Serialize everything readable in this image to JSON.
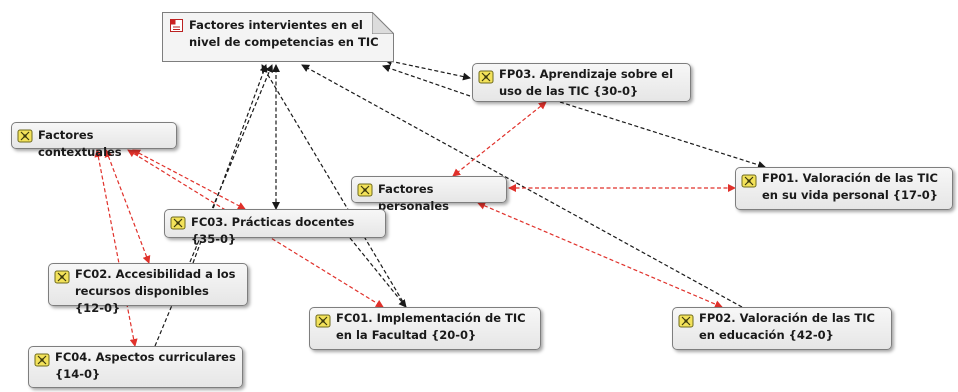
{
  "diagram": {
    "root": {
      "label": "Factores intervientes en el nivel de competencias en TIC",
      "icon": "network-document-icon"
    },
    "nodes": [
      {
        "id": "fp03",
        "label": "FP03. Aprendizaje sobre el uso de las TIC {30-0}",
        "icon": "code-icon"
      },
      {
        "id": "contextuales",
        "label": "Factores contextuales",
        "icon": "code-icon"
      },
      {
        "id": "personales",
        "label": "Factores personales",
        "icon": "code-icon"
      },
      {
        "id": "fp01",
        "label": "FP01. Valoración de las TIC en su vida personal {17-0}",
        "icon": "code-icon"
      },
      {
        "id": "fc03",
        "label": "FC03. Prácticas docentes {35-0}",
        "icon": "code-icon"
      },
      {
        "id": "fc02",
        "label": "FC02. Accesibilidad a los recursos disponibles {12-0}",
        "icon": "code-icon"
      },
      {
        "id": "fc01",
        "label": "FC01. Implementación de TIC en la Facultad {20-0}",
        "icon": "code-icon"
      },
      {
        "id": "fp02",
        "label": "FP02. Valoración de las TIC en educación {42-0}",
        "icon": "code-icon"
      },
      {
        "id": "fc04",
        "label": "FC04. Aspectos curriculares {14-0}",
        "icon": "code-icon"
      }
    ],
    "edge_colors": {
      "black": "#1a1a1a",
      "red": "#e0312b"
    },
    "edges": [
      {
        "from": "fp03",
        "to": "root",
        "style": "black",
        "arrows": "both"
      },
      {
        "from": "fp03",
        "to": "root",
        "style": "black",
        "arrows": "end"
      },
      {
        "from": "fp03",
        "to": "fp01",
        "style": "black",
        "arrows": "end"
      },
      {
        "from": "fp02",
        "to": "root",
        "style": "black",
        "arrows": "end"
      },
      {
        "from": "fc01",
        "to": "root",
        "style": "black",
        "arrows": "end"
      },
      {
        "from": "fc03",
        "to": "root",
        "style": "black",
        "arrows": "both"
      },
      {
        "from": "fc03",
        "to": "fc01",
        "style": "black",
        "arrows": "end"
      },
      {
        "from": "fc02",
        "to": "root",
        "style": "black",
        "arrows": "end"
      },
      {
        "from": "fc04",
        "to": "root",
        "style": "black",
        "arrows": "end"
      },
      {
        "from": "fp03",
        "to": "personales",
        "style": "red",
        "arrows": "both"
      },
      {
        "from": "personales",
        "to": "fp01",
        "style": "red",
        "arrows": "both"
      },
      {
        "from": "personales",
        "to": "fp02",
        "style": "red",
        "arrows": "both"
      },
      {
        "from": "contextuales",
        "to": "fc03",
        "style": "red",
        "arrows": "both"
      },
      {
        "from": "contextuales",
        "to": "fc02",
        "style": "red",
        "arrows": "both"
      },
      {
        "from": "contextuales",
        "to": "fc04",
        "style": "red",
        "arrows": "both"
      },
      {
        "from": "contextuales",
        "to": "fc01",
        "style": "red",
        "arrows": "both"
      }
    ]
  }
}
